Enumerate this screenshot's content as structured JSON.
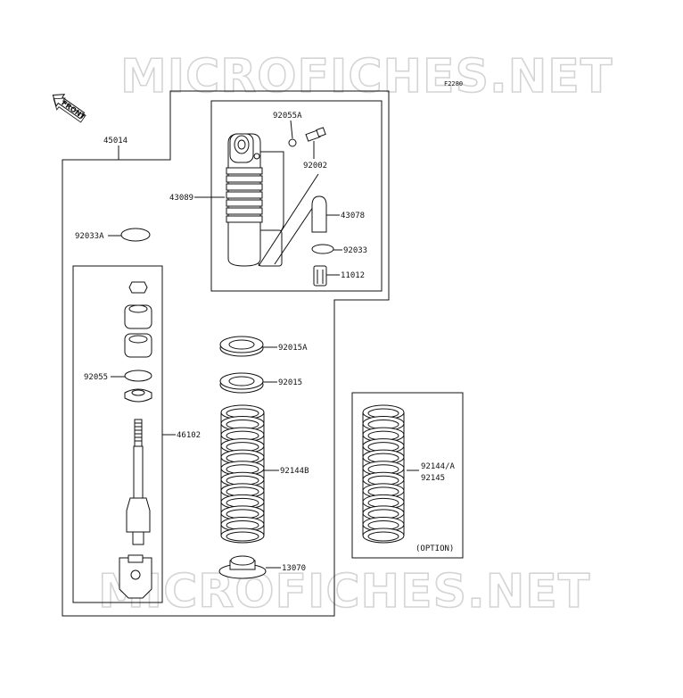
{
  "diagram": {
    "figure_code": "F2280",
    "watermark_top": "MICROFICHES.NET",
    "watermark_bottom": "MICROFICHES.NET",
    "front_arrow": "FRONT",
    "labels": {
      "assembly": "45014",
      "shock_body": "43089",
      "o_ring_top": "92055A",
      "bolt": "92002",
      "reservoir_cap": "43078",
      "circlip_inner": "92033",
      "valve": "11012",
      "circlip_outer": "92033A",
      "rod_assembly": "46102",
      "o_ring": "92055",
      "spring_seat_a": "92015A",
      "spring_seat": "92015",
      "spring": "92144B",
      "spring_guide": "13070",
      "option_spring_a": "92144/A",
      "option_spring_b": "92145",
      "option_note": "(OPTION)"
    }
  },
  "colors": {
    "line": "#111111",
    "watermark": "#d4d4d4",
    "background": "#ffffff"
  }
}
